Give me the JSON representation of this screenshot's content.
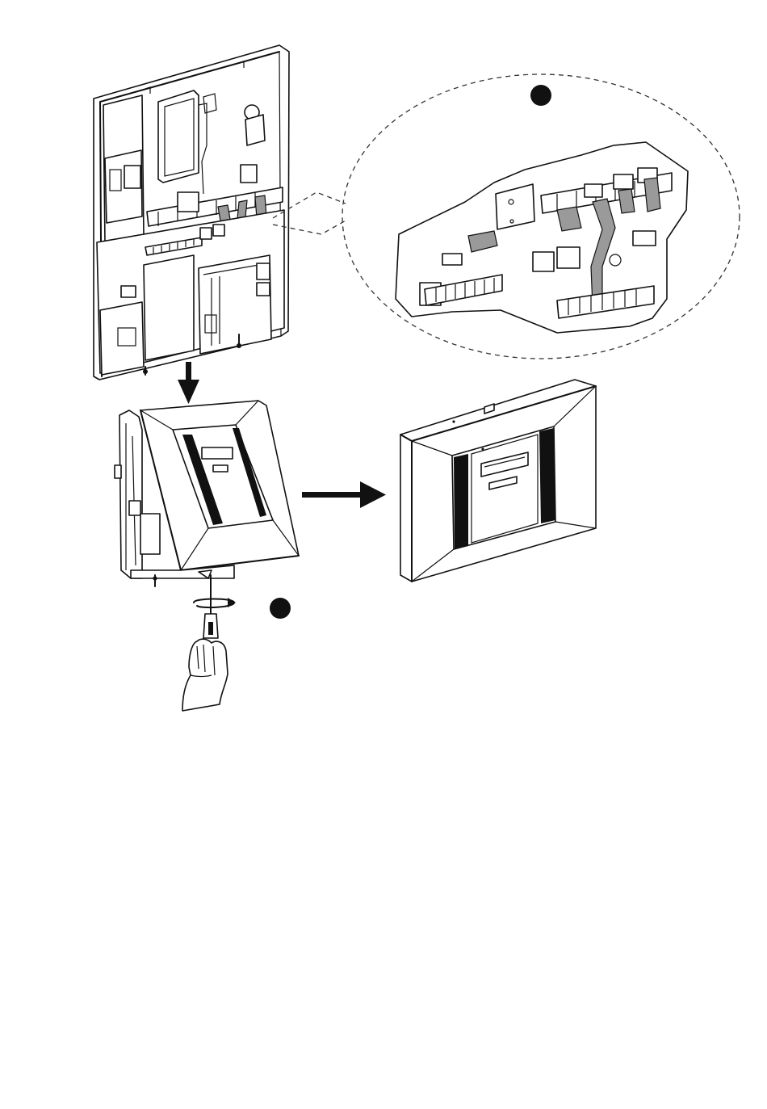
{
  "diagram": {
    "steps": [
      {
        "name": "step-1-callout",
        "marker": "filled-circle"
      },
      {
        "name": "step-2-callout",
        "marker": "filled-circle"
      }
    ],
    "icons": [
      "down-arrow-icon",
      "right-arrow-icon",
      "rotate-icon",
      "screwdriver-icon",
      "hand-icon"
    ],
    "colors": {
      "line": "#111111",
      "ribbon": "#9a9a9a",
      "background": "#ffffff"
    }
  }
}
